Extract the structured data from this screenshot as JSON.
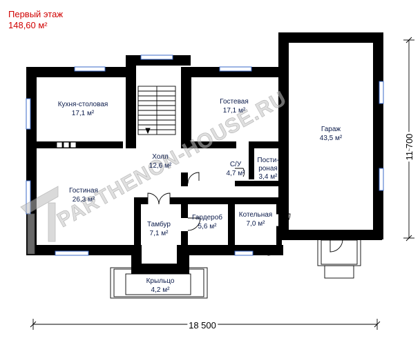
{
  "header": {
    "floor_title": "Первый этаж",
    "total_area": "148,60 м²"
  },
  "rooms": [
    {
      "name": "Кухня-столовая",
      "area": "17,1 м²"
    },
    {
      "name": "Гостевая",
      "area": "17,1 м²"
    },
    {
      "name": "Гараж",
      "area": "43,5 м²"
    },
    {
      "name": "Холл",
      "area": "12,6 м²"
    },
    {
      "name": "С/У",
      "area": "4,7 м²"
    },
    {
      "name": "Пости-",
      "name2": "роная",
      "area": "3,4 м²"
    },
    {
      "name": "Гостиная",
      "area": "26,3 м²"
    },
    {
      "name": "Гардероб",
      "area": "5,6 м²"
    },
    {
      "name": "Котельная",
      "area": "7,0 м²"
    },
    {
      "name": "Тамбур",
      "area": "7,1 м²"
    },
    {
      "name": "Крыльцо",
      "area": "4,2 м²"
    }
  ],
  "dimensions": {
    "width": "18 500",
    "depth": "11 700"
  },
  "watermark": "PARTHENON-HOUSE.RU"
}
